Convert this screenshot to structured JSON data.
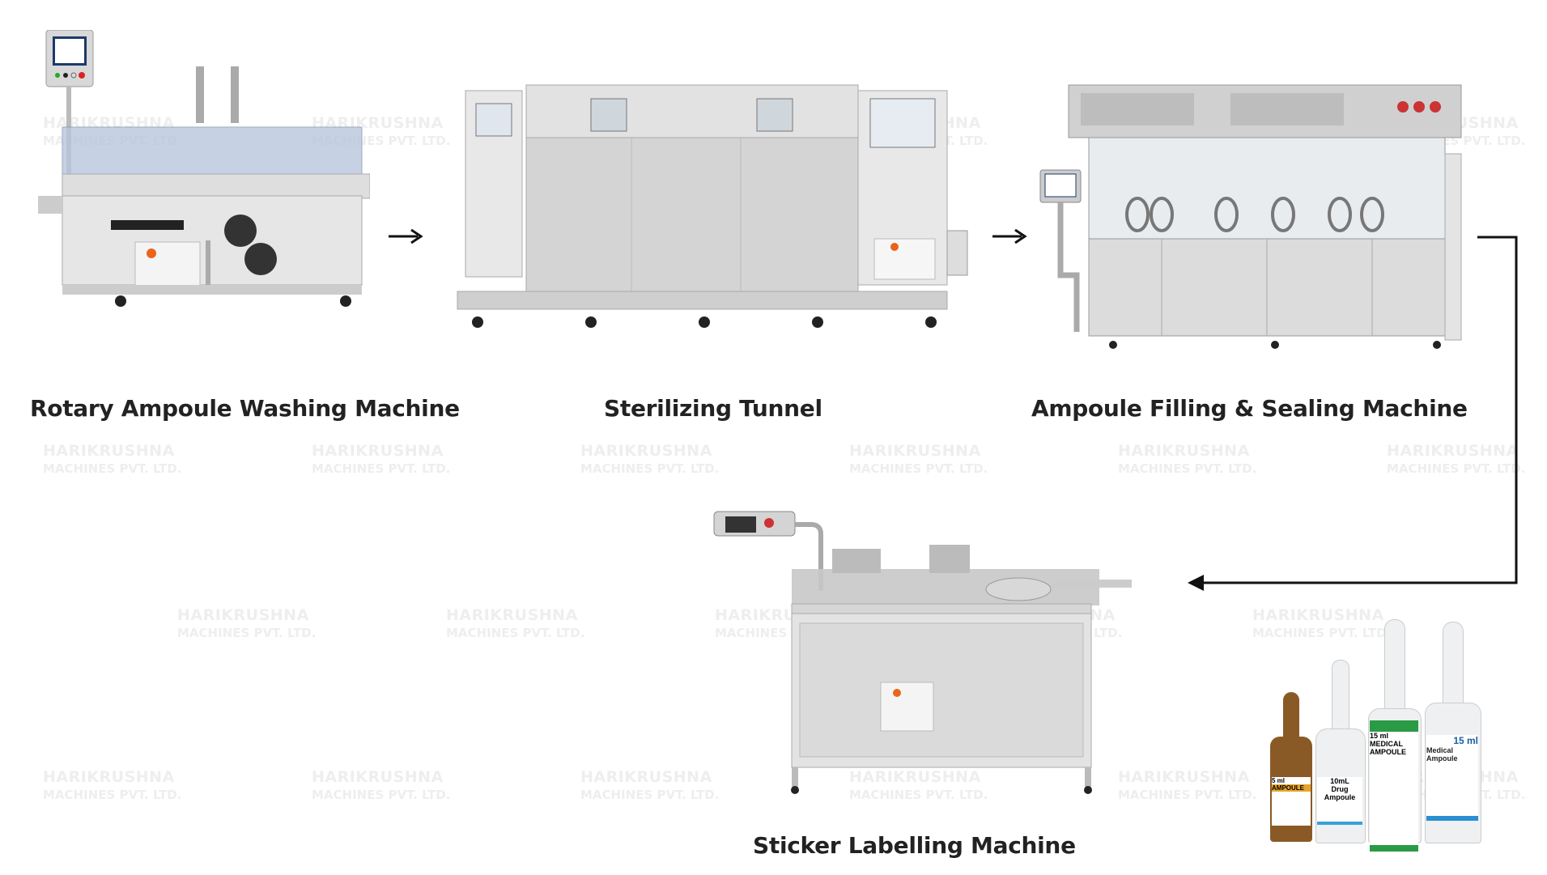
{
  "watermark": {
    "line1": "HARIKRUSHNA",
    "line2": "MACHINES PVT. LTD."
  },
  "steps": [
    {
      "label": "Rotary Ampoule Washing Machine"
    },
    {
      "label": "Sterilizing Tunnel"
    },
    {
      "label": "Ampoule Filling & Sealing Machine"
    },
    {
      "label": "Sticker Labelling Machine"
    }
  ],
  "flow_color": "#111111",
  "ampoules": [
    {
      "volume": "5 ml",
      "name": "AMPOULE",
      "color": "#e6a52a"
    },
    {
      "volume": "10mL",
      "name": "Drug Ampoule",
      "color": "#3aa0d8"
    },
    {
      "volume": "15 ml",
      "name": "MEDICAL AMPOULE",
      "color": "#2a9a46"
    },
    {
      "volume": "15 ml",
      "name": "Medical Ampoule",
      "color": "#2a8fd0"
    }
  ]
}
